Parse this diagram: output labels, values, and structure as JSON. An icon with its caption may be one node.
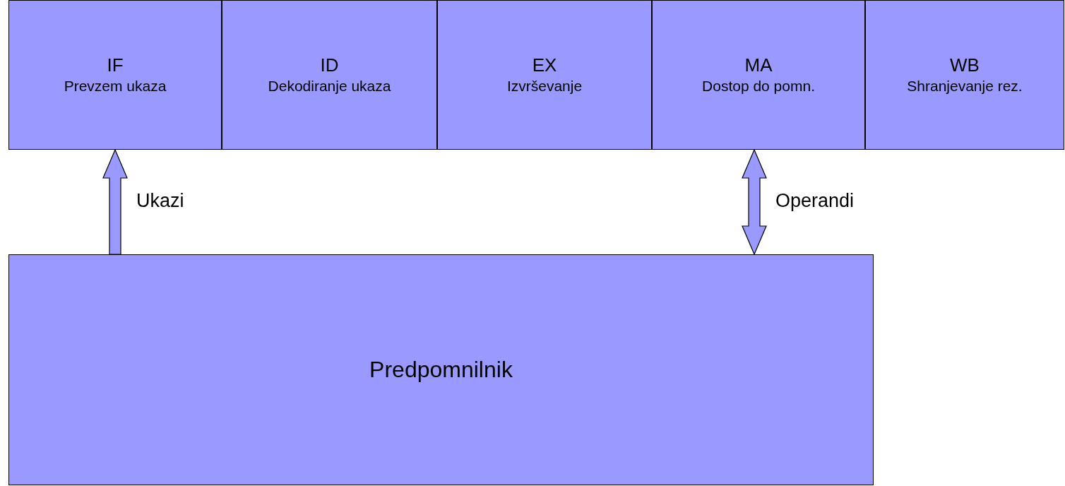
{
  "diagram": {
    "nodes": [
      {
        "text": [
          "IF",
          "Prevzem ukaza"
        ]
      },
      {
        "text": [
          "ID",
          "Dekodiranje ukaza"
        ]
      },
      {
        "text": [
          "EX",
          "Izvrševanje"
        ]
      },
      {
        "text": [
          "MA",
          "Dostop do pomn."
        ]
      },
      {
        "text": [
          "WB",
          "Shranjevanje rez."
        ]
      },
      {
        "text": [
          "Predpomnilnik"
        ]
      }
    ],
    "edges": [
      {
        "from": 5,
        "to": 0,
        "arrow": "to",
        "label": "Ukazi"
      },
      {
        "from": 5,
        "to": 3,
        "arrow": "both",
        "label": "Operandi"
      }
    ]
  }
}
